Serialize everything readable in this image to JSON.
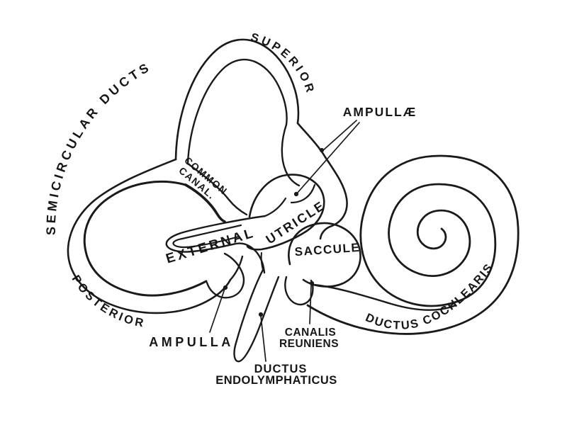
{
  "figure": {
    "description": "Line engraving diagram of the membranous labyrinth of the inner ear",
    "background_color": "#ffffff",
    "line_color": "#1a1a1a",
    "labels": {
      "semicircular_ducts": "SEMICIRCULAR  DUCTS",
      "superior": "SUPERIOR",
      "ampullae": "AMPULLÆ",
      "common_canal_line1": "COMMON",
      "common_canal_line2": "CANAL.",
      "external": "EXTERNAL",
      "utricle": "UTRICLE",
      "saccule": "SACCULE",
      "posterior": "POSTERIOR",
      "ampulla": "AMPULLA",
      "canalis_reuniens_line1": "CANALIS",
      "canalis_reuniens_line2": "REUNIENS",
      "ductus_endolymphaticus_line1": "DUCTUS",
      "ductus_endolymphaticus_line2": "ENDOLYMPHATICUS",
      "ductus_cochlearis": "DUCTUS  COCHLEARIS"
    }
  }
}
